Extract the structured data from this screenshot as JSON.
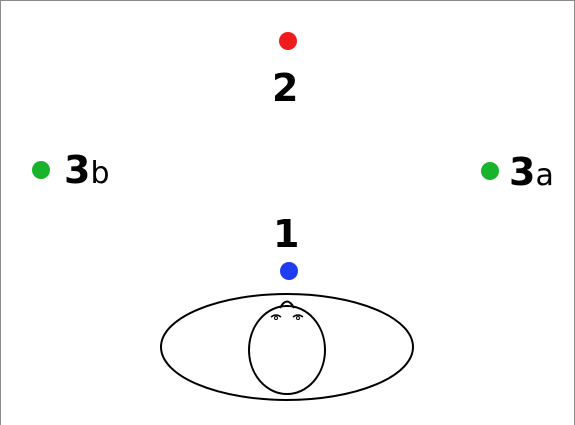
{
  "speakers": {
    "center_front": {
      "number": "2",
      "suffix": "",
      "color": "#ee1c1c"
    },
    "right": {
      "number": "3",
      "suffix": "a",
      "color": "#17b32a"
    },
    "left": {
      "number": "3",
      "suffix": "b",
      "color": "#17b32a"
    },
    "near": {
      "number": "1",
      "suffix": "",
      "color": "#1f3cf0"
    }
  },
  "listener": {
    "icon": "listener-head-top-view-icon",
    "stroke": "#000000"
  }
}
